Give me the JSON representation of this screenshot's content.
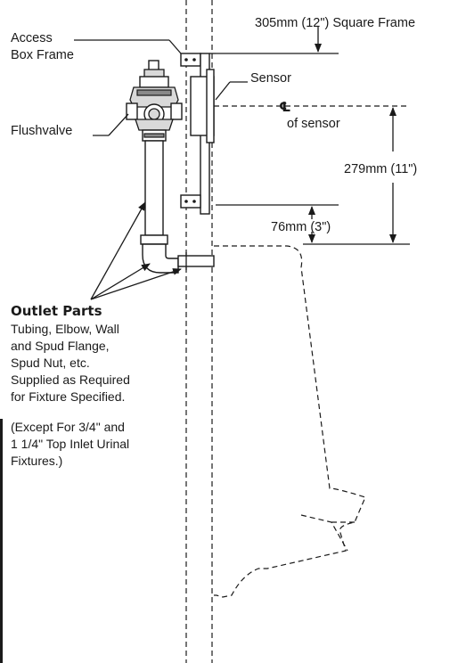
{
  "labels": {
    "access_box_frame_1": "Access",
    "access_box_frame_2": "Box Frame",
    "flushvalve": "Flushvalve",
    "sensor": "Sensor",
    "square_frame": "305mm (12\") Square Frame",
    "centerline_symbol": "℄",
    "of_sensor": "of sensor",
    "dim_279": "279mm (11\")",
    "dim_76": "76mm (3\")",
    "outlet_parts_title": "Outlet Parts",
    "outlet_parts_lines": [
      "Tubing, Elbow, Wall",
      "and Spud Flange,",
      "Spud Nut, etc.",
      "Supplied as Required",
      "for Fixture Specified."
    ],
    "except_lines": [
      "(Except For 3/4\" and",
      "1 1/4\" Top Inlet Urinal",
      "Fixtures.)"
    ]
  },
  "colors": {
    "ink": "#1a1a1a",
    "valve_shade": "#d9d9d9",
    "valve_dark": "#8a8a8a"
  }
}
